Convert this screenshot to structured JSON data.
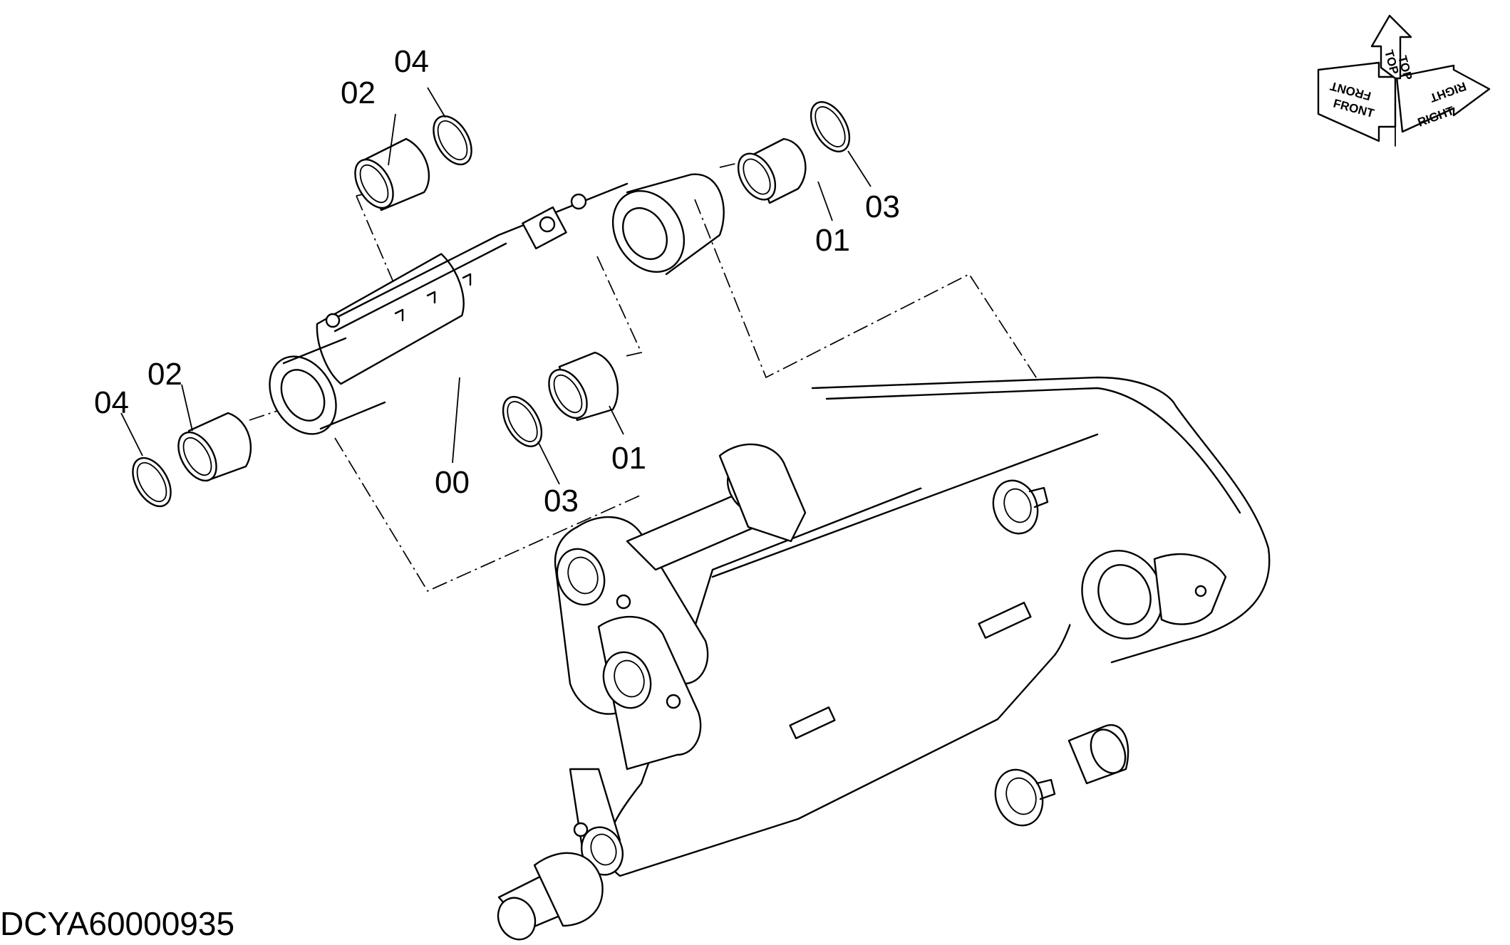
{
  "drawing_id": "DCYA60000935",
  "callouts": {
    "c00": "00",
    "c01_upper": "01",
    "c01_lower": "01",
    "c02_upper": "02",
    "c02_lower": "02",
    "c03_upper": "03",
    "c03_lower": "03",
    "c04_upper": "04",
    "c04_lower": "04"
  },
  "orientation": {
    "top": "TOP",
    "front": "FRONT",
    "right": "RIGHT"
  }
}
